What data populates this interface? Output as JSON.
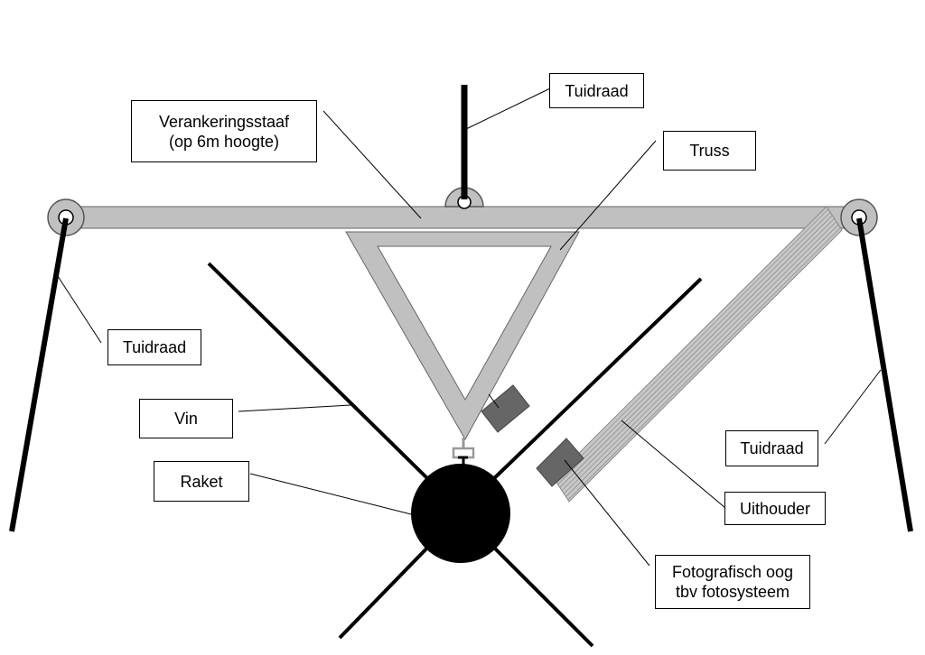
{
  "labels": {
    "tuidraad_top": "Tuidraad",
    "verankeringsstaaf": "Verankeringsstaaf\n(op 6m hoogte)",
    "truss": "Truss",
    "tuidraad_left": "Tuidraad",
    "vin": "Vin",
    "raket": "Raket",
    "tuidraad_right": "Tuidraad",
    "uithouder": "Uithouder",
    "fotografisch_oog": "Fotografisch oog\ntbv fotosysteem"
  },
  "colors": {
    "background": "#ffffff",
    "bar_fill": "#c0c0c0",
    "dark_box": "#666666",
    "wire": "#000000",
    "rocket": "#000000"
  }
}
